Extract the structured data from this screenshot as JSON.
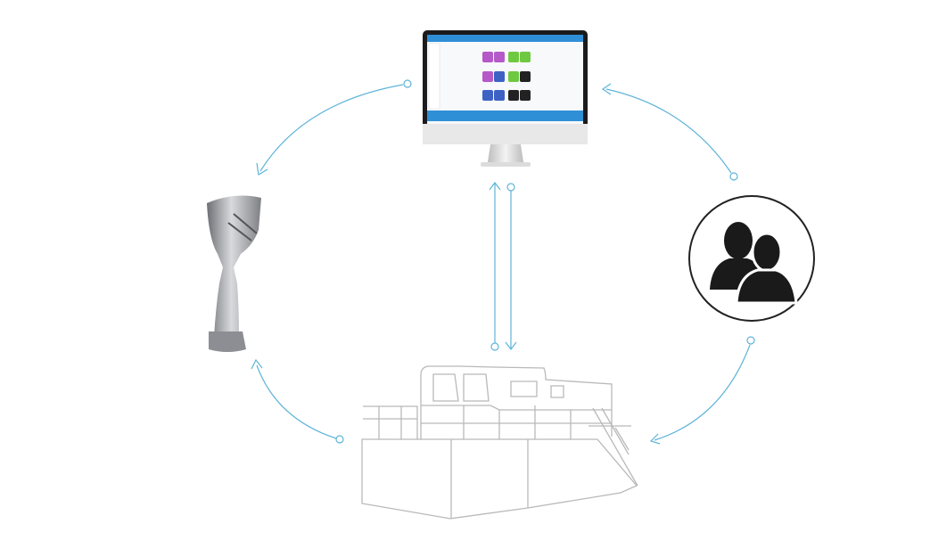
{
  "colors": {
    "connector": "#5fb4d8",
    "monitor_accent": "#2f8fd6",
    "machine_line": "#b9b9b9",
    "users_icon": "#222222",
    "part_metal": "#9a9ca1"
  },
  "nodes": [
    {
      "icon": "computer-monitor-software"
    },
    {
      "icon": "users-group"
    },
    {
      "icon": "additive-manufacturing-machine"
    },
    {
      "icon": "printed-metal-part"
    }
  ]
}
